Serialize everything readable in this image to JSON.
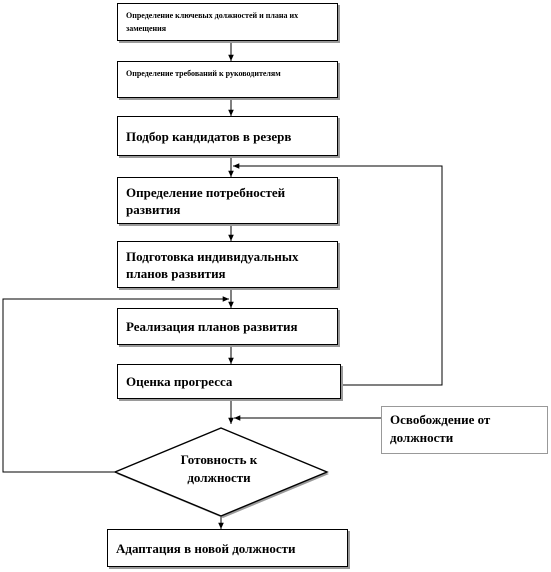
{
  "flowchart": {
    "nodes": [
      {
        "id": "key_positions",
        "text": "Определение ключевых должностей и плана их замещения"
      },
      {
        "id": "requirements",
        "text": "Определение требований к руководителям"
      },
      {
        "id": "candidates",
        "text": "Подбор кандидатов в резерв"
      },
      {
        "id": "needs",
        "text": "Определение потребностей развития"
      },
      {
        "id": "plans",
        "text": "Подготовка индивидуальных планов развития"
      },
      {
        "id": "implementation",
        "text": "Реализация планов развития"
      },
      {
        "id": "assessment",
        "text": "Оценка прогресса"
      },
      {
        "id": "readiness",
        "text": "Готовность к должности"
      },
      {
        "id": "adaptation",
        "text": "Адаптация в новой должности"
      }
    ],
    "external_input": {
      "id": "vacancy",
      "text": "Освобождение от должности"
    },
    "edges": [
      {
        "from": "key_positions",
        "to": "requirements"
      },
      {
        "from": "requirements",
        "to": "candidates"
      },
      {
        "from": "candidates",
        "to": "needs"
      },
      {
        "from": "needs",
        "to": "plans"
      },
      {
        "from": "plans",
        "to": "implementation"
      },
      {
        "from": "implementation",
        "to": "assessment"
      },
      {
        "from": "assessment",
        "to": "readiness"
      },
      {
        "from": "vacancy",
        "to": "readiness"
      },
      {
        "from": "readiness",
        "to": "adaptation"
      },
      {
        "from": "assessment",
        "to": "needs",
        "kind": "feedback"
      },
      {
        "from": "readiness",
        "to": "implementation",
        "kind": "feedback"
      }
    ]
  },
  "colors": {
    "line": "#000000",
    "box_border": "#000000",
    "box_shadow": "#9a9a9a",
    "external_border": "#999999"
  }
}
